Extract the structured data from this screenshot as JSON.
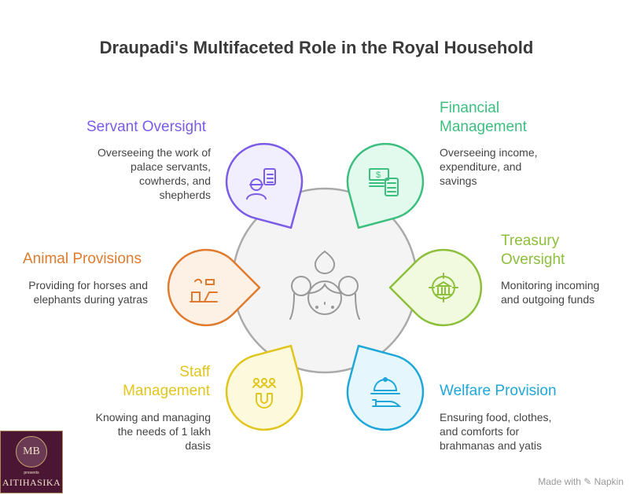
{
  "title": "Draupadi's Multifaceted Role in the Royal Household",
  "roles": [
    {
      "title": "Servant Oversight",
      "desc": [
        "Overseeing the work of",
        "palace servants,",
        "cowherds, and",
        "shepherds"
      ],
      "color": "#7b5ce6",
      "fill": "#f1eefd",
      "icon": "worker-clipboard-icon"
    },
    {
      "title": "Financial Management",
      "desc": [
        "Overseeing income,",
        "expenditure, and",
        "savings"
      ],
      "color": "#3cbf7e",
      "fill": "#e2faed",
      "icon": "money-calculator-icon"
    },
    {
      "title": "Animal Provisions",
      "desc": [
        "Providing for horses and",
        "elephants during yatras"
      ],
      "color": "#e07b2e",
      "fill": "#fdf0e4",
      "icon": "animal-handler-icon"
    },
    {
      "title": "Treasury Oversight",
      "desc": [
        "Monitoring incoming",
        "and outgoing funds"
      ],
      "color": "#8cbf3a",
      "fill": "#f1fadf",
      "icon": "bank-target-icon"
    },
    {
      "title": "Staff Management",
      "desc": [
        "Knowing and managing",
        "the needs of 1 lakh",
        "dasis"
      ],
      "color": "#e2c51c",
      "fill": "#fdf9dc",
      "icon": "people-magnet-icon"
    },
    {
      "title": "Welfare Provision",
      "desc": [
        "Ensuring food, clothes,",
        "and comforts for",
        "brahmanas and yatis"
      ],
      "color": "#1fa7d9",
      "fill": "#e5f6fd",
      "icon": "food-cloche-icon"
    }
  ],
  "logo": {
    "monogram": "MB",
    "presents": "presents",
    "name": "AITIHASIKA"
  },
  "watermark": "Made with ✎ Napkin"
}
